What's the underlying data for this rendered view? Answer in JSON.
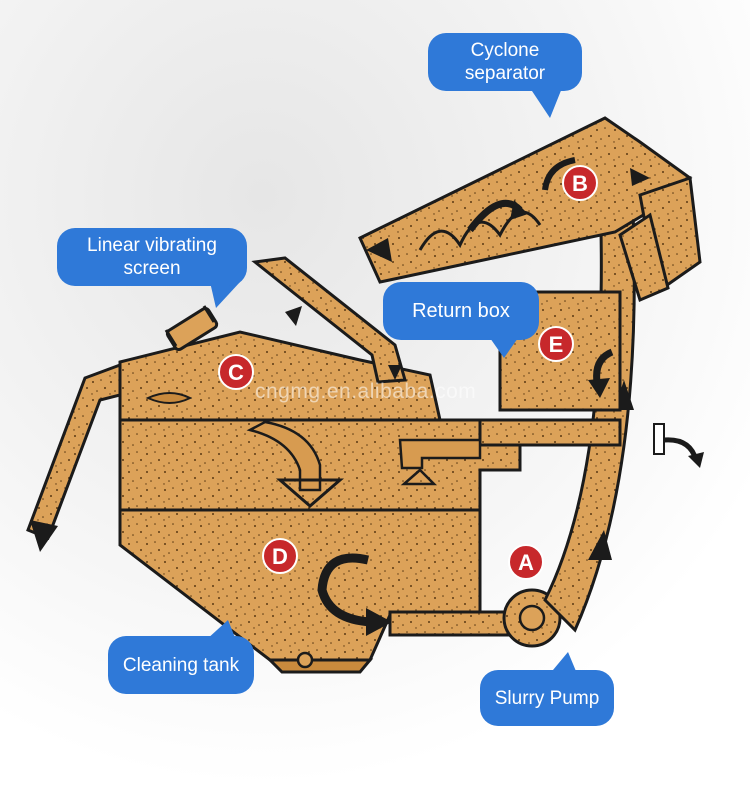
{
  "callouts": {
    "cyclone": "Cyclone separator",
    "screen": "Linear vibrating screen",
    "return_box": "Return box",
    "cleaning_tank": "Cleaning tank",
    "slurry_pump": "Slurry Pump"
  },
  "markers": {
    "a": "A",
    "b": "B",
    "c": "C",
    "d": "D",
    "e": "E"
  },
  "watermark": "cngmg.en.alibaba.com",
  "colors": {
    "machine_fill": "#dca259",
    "machine_dark": "#c98a3d",
    "outline": "#1b1b1b",
    "marker_red": "#c7282b",
    "callout_blue": "#2f79d8"
  }
}
